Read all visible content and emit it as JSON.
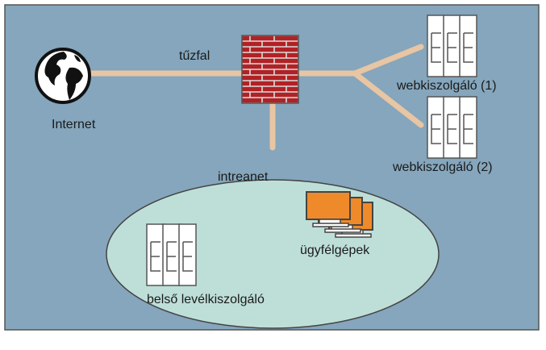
{
  "labels": {
    "internet": "Internet",
    "firewall": "tűzfal",
    "web_server_1": "webkiszolgáló (1)",
    "web_server_2": "webkiszolgáló (2)",
    "intranet": "intreanet",
    "clients": "ügyfélgépek",
    "mail_server": "belső levélkiszolgáló"
  },
  "colors": {
    "background": "#85a6bc",
    "frame": "#555555",
    "link": "#e8c5a3",
    "intranet_zone": "#bedfd8",
    "firewall_brick": "#b02225",
    "monitor_screen": "#ef8a2a"
  },
  "icons": [
    "globe-icon",
    "firewall-icon",
    "server-icon",
    "client-computers-icon"
  ]
}
